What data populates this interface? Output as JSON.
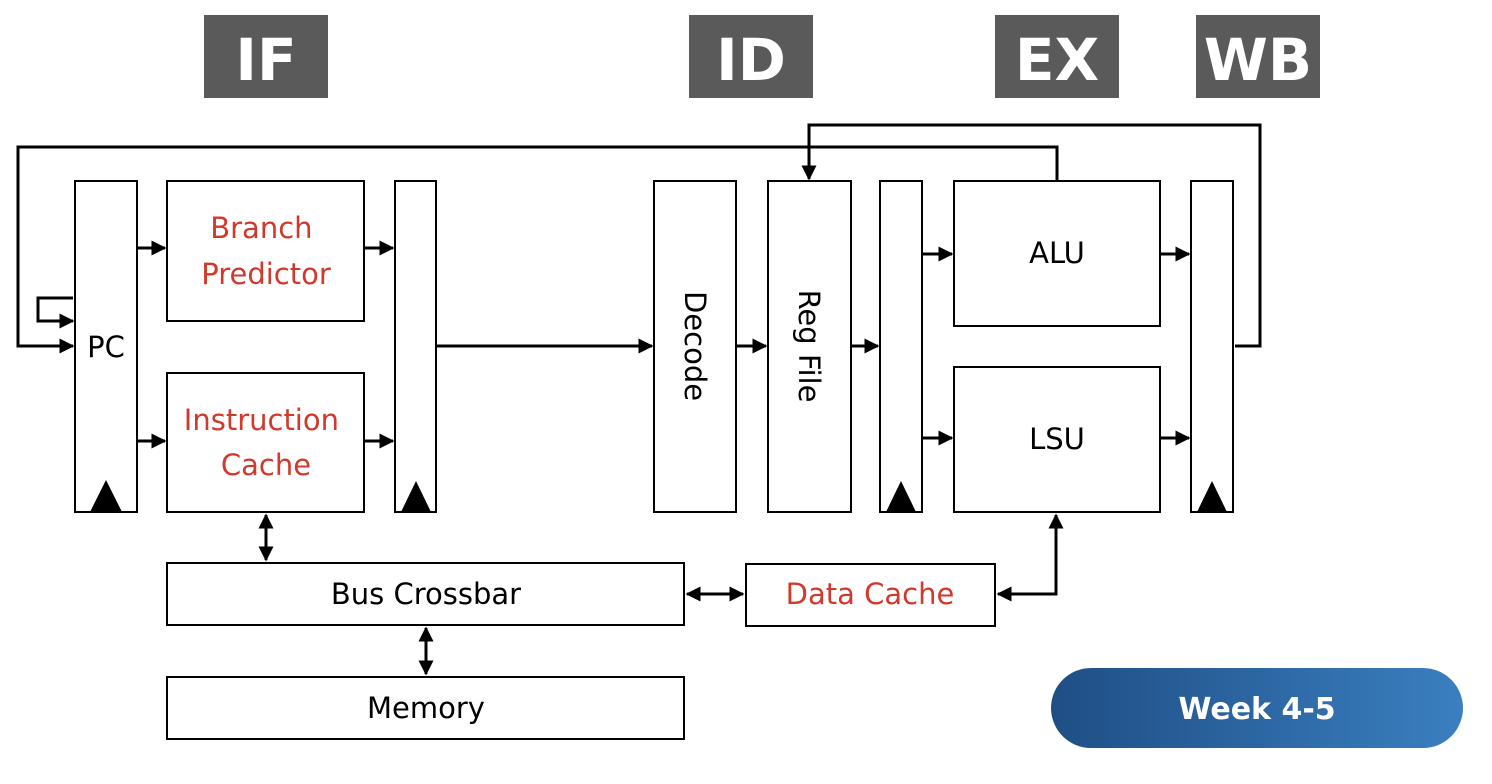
{
  "stages": {
    "if": "IF",
    "id": "ID",
    "ex": "EX",
    "wb": "WB"
  },
  "blocks": {
    "pc": "PC",
    "branch_predictor": [
      "Branch",
      "Predictor"
    ],
    "instruction_cache": [
      "Instruction",
      "Cache"
    ],
    "decode": "Decode",
    "reg_file": "Reg File",
    "alu": "ALU",
    "lsu": "LSU",
    "bus_crossbar": "Bus Crossbar",
    "data_cache": "Data Cache",
    "memory": "Memory"
  },
  "badge": {
    "label": "Week 4-5"
  },
  "colors": {
    "stage_fill": "#5a5a5a",
    "highlight_text": "#d0392b",
    "badge_gradient_start": "#1f4e85",
    "badge_gradient_end": "#3a7fc0"
  }
}
